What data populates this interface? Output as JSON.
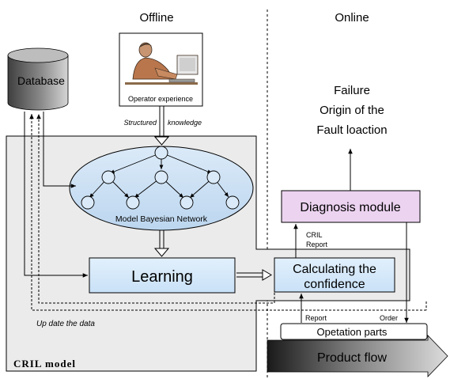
{
  "headers": {
    "offline": "Offline",
    "online": "Online"
  },
  "database": {
    "label": "Database"
  },
  "operator": {
    "caption": "Operator experience"
  },
  "structured_knowledge": {
    "part1": "Structured",
    "part2": "knowledge"
  },
  "bayesian_network": {
    "label": "Model Bayesian Network"
  },
  "learning": {
    "label": "Learning"
  },
  "confidence": {
    "line1": "Calculating the",
    "line2": "confidence"
  },
  "diagnosis": {
    "label": "Diagnosis module"
  },
  "failure": {
    "line1": "Failure",
    "line2": "Origin of the",
    "line3": "Fault loaction"
  },
  "cril_report": {
    "line1": "CRIL",
    "line2": "Report"
  },
  "report_label": "Report",
  "order_label": "Order",
  "update_label": "Up date the data",
  "operation_parts": {
    "label": "Opetation parts"
  },
  "product_flow": {
    "label": "Product flow"
  },
  "cril_model": {
    "label": "CRIL model"
  },
  "colors": {
    "panel": "#ebebeb",
    "ellipse": "#cfe3f6",
    "box_blue": "#d6eafb",
    "diagnosis": "#ecd3f0",
    "db_dark": "#5a5a5a",
    "db_light": "#d9d9d9"
  }
}
